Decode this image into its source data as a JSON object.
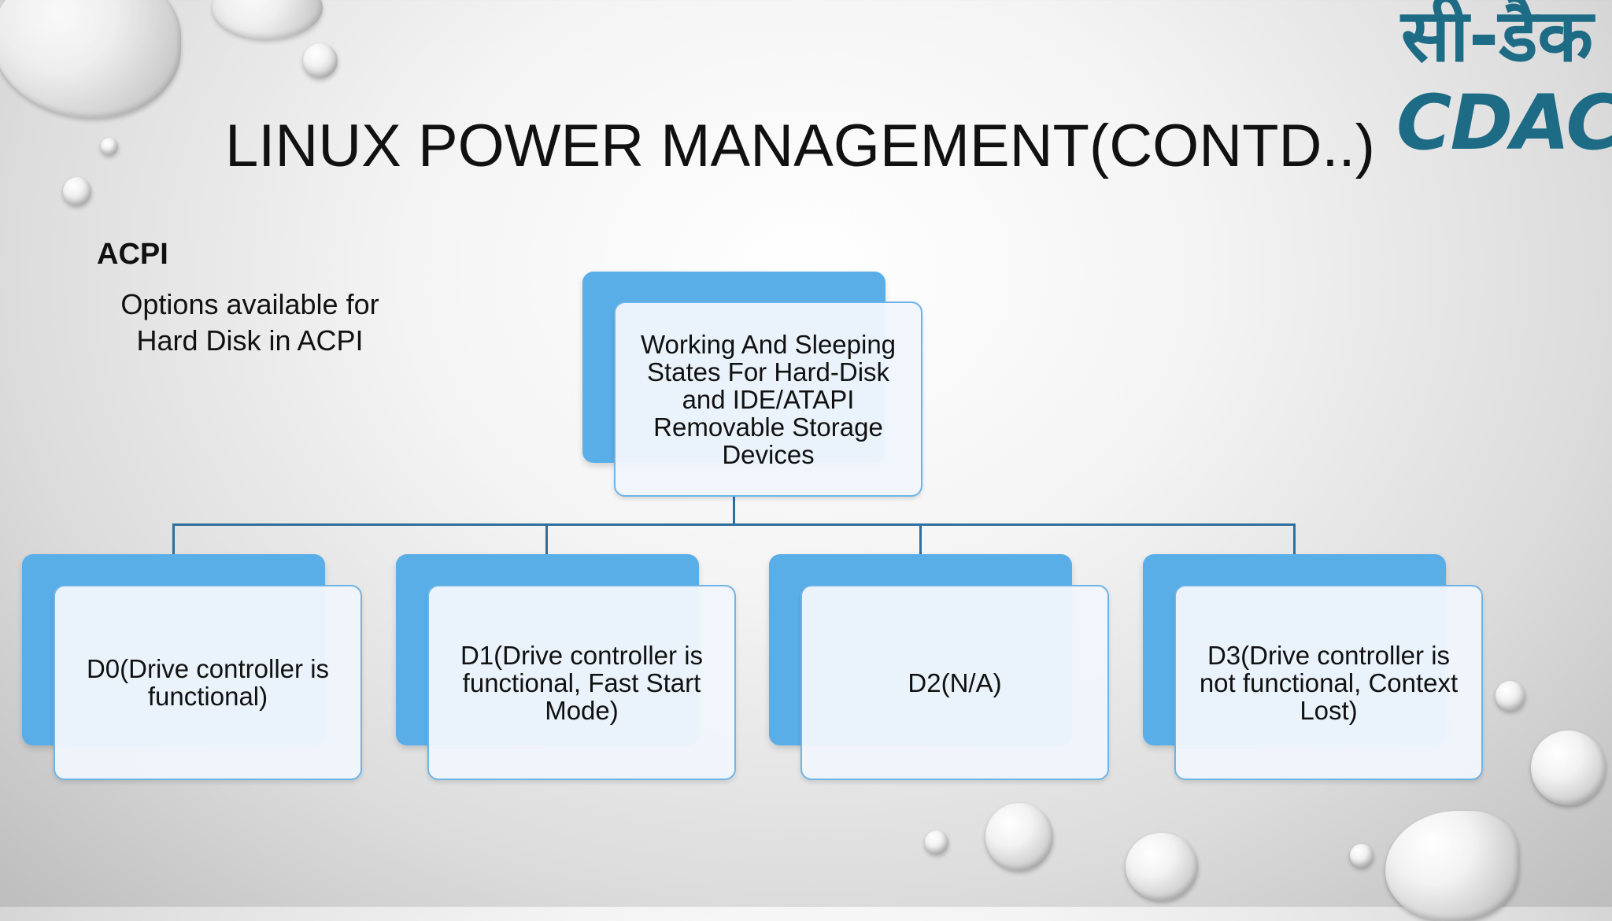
{
  "slide": {
    "title": "LINUX POWER MANAGEMENT(CONTD..)",
    "section_label": "ACPI",
    "section_sub": "Options available for Hard Disk in ACPI"
  },
  "logo": {
    "hindi": "सी-डैक",
    "latin": "CDAC"
  },
  "diagram": {
    "root": "Working And Sleeping States For Hard-Disk and IDE/ATAPI Removable Storage Devices",
    "children": [
      "D0(Drive controller is functional)",
      "D1(Drive controller is functional, Fast Start Mode)",
      "D2(N/A)",
      "D3(Drive controller is not functional, Context Lost)"
    ]
  },
  "colors": {
    "box_accent": "#5aaee8",
    "box_fill": "#f0f6fc",
    "connector": "#2e6f9e",
    "logo": "#1e6b86"
  }
}
